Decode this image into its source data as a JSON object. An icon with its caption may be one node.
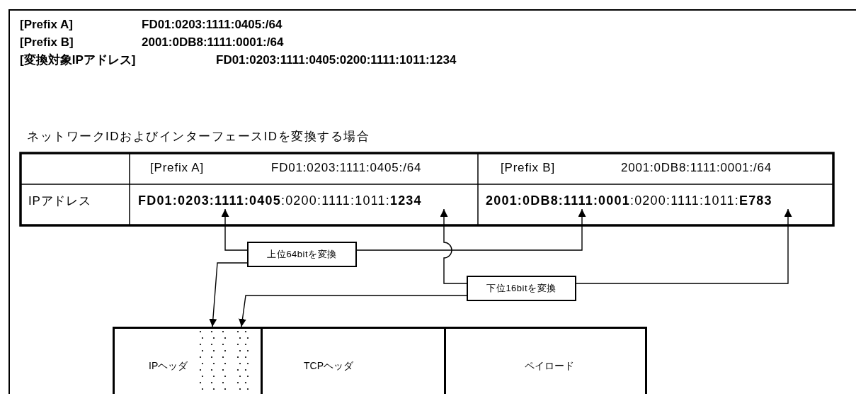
{
  "diagram": {
    "nodes": [
      {
        "text": [
          "**FD01:0203:1111:0405**:0200:1111:1011:**1234**"
        ]
      },
      {
        "text": [
          "**2001:0DB8:1111:0001**:0200:1111:1011:**E783**"
        ]
      },
      {
        "text": [
          "上位64bitを変換"
        ]
      },
      {
        "text": [
          "下位16bitを変換"
        ]
      },
      {
        "text": [
          "IPヘッダ"
        ]
      },
      {
        "text": [
          "TCPヘッダ"
        ]
      },
      {
        "text": [
          "ペイロード"
        ]
      }
    ],
    "edges": [
      {
        "from": 2,
        "to": 0,
        "arrow": "to"
      },
      {
        "from": 2,
        "to": 1,
        "arrow": "to"
      },
      {
        "from": 3,
        "to": 0,
        "arrow": "to"
      },
      {
        "from": 3,
        "to": 1,
        "arrow": "to"
      },
      {
        "from": 2,
        "to": 4,
        "arrow": "to"
      },
      {
        "from": 3,
        "to": 4,
        "arrow": "to"
      }
    ],
    "labels": [
      "[Prefix A]",
      "FD01:0203:1111:0405:/64",
      "[Prefix B]",
      "2001:0DB8:1111:0001:/64",
      "[変換対象IPアドレス]",
      "FD01:0203:1111:0405:0200:1111:1011:1234",
      "ネットワークIDおよびインターフェースIDを変換する場合",
      "[Prefix A]",
      "FD01:0203:1111:0405:/64",
      "[Prefix B]",
      "2001:0DB8:1111:0001:/64",
      "IPアドレス"
    ]
  }
}
